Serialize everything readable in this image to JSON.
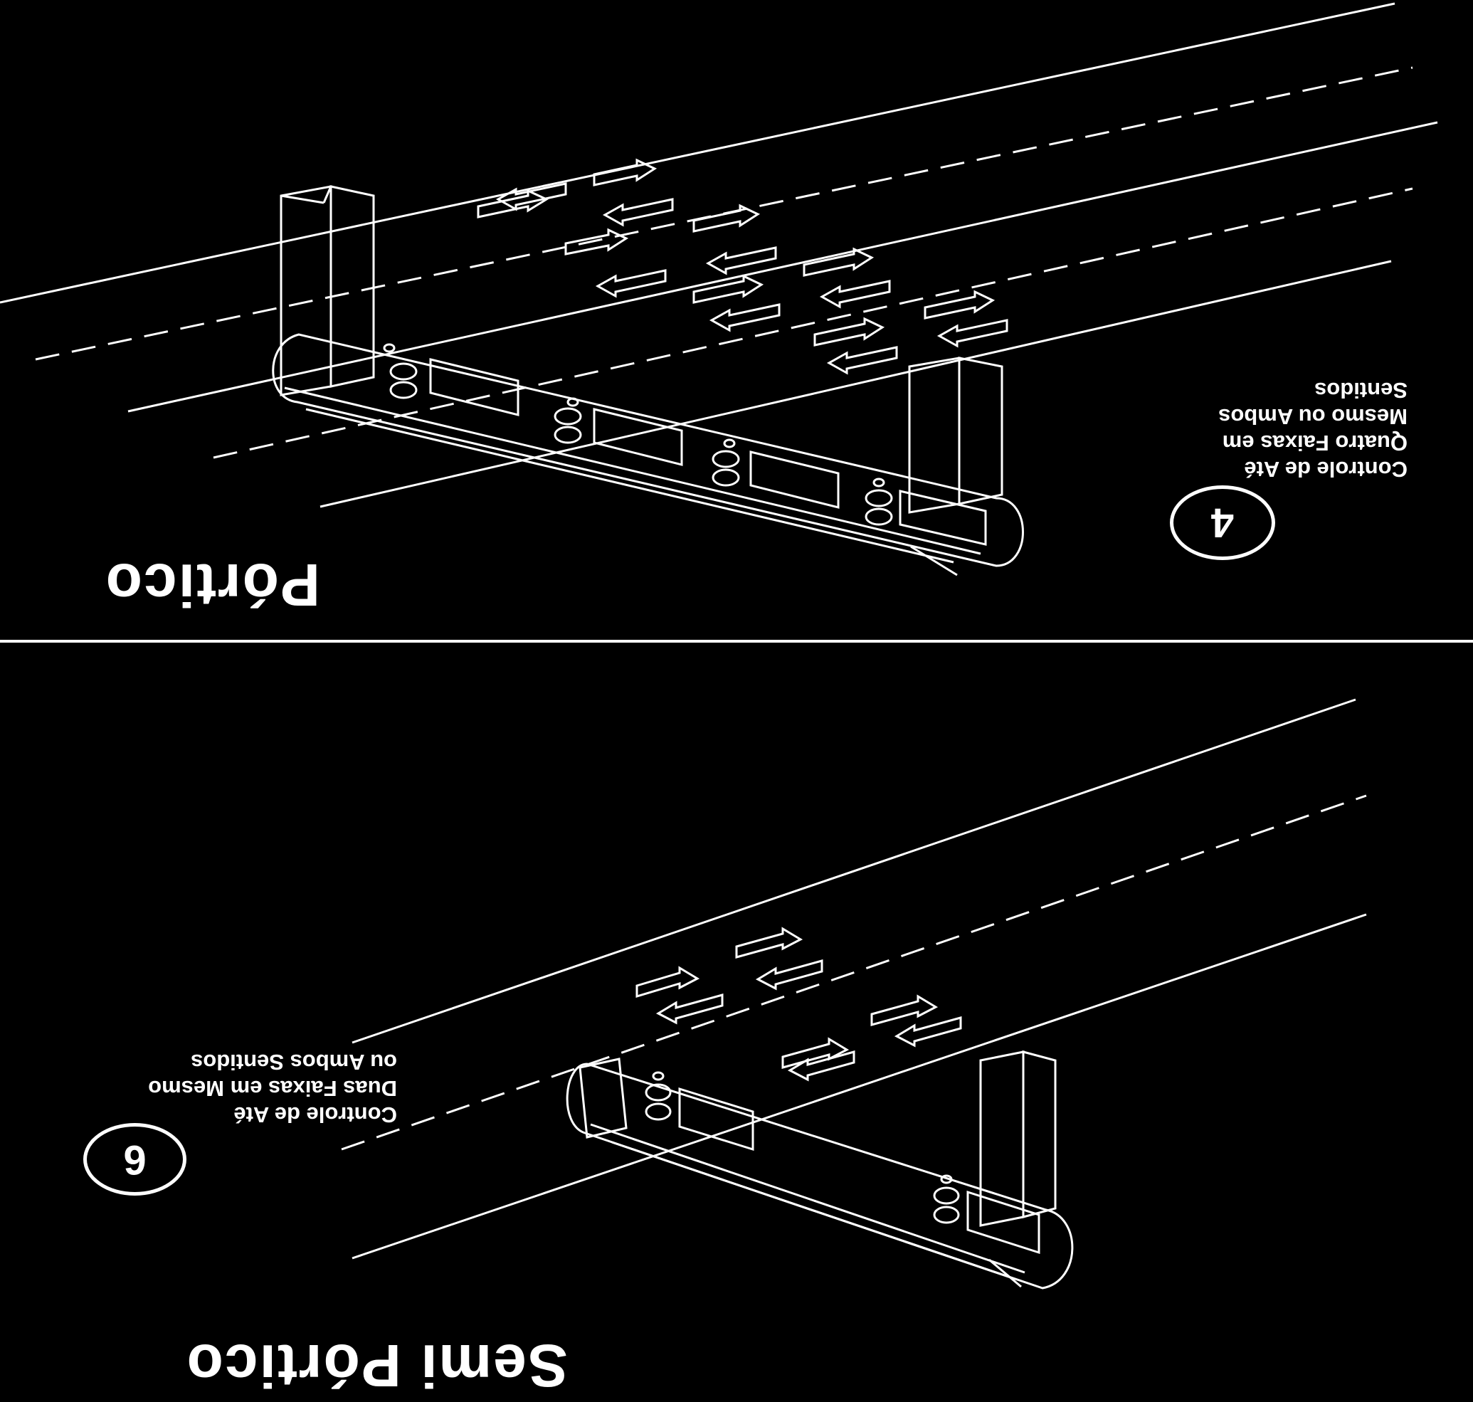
{
  "top_panel": {
    "title": "Pórtico",
    "badge": "4",
    "caption_lines": [
      "Controle de Até",
      "Quatro Faixas em",
      "Mesmo ou Ambos",
      "Sentidos"
    ]
  },
  "bottom_panel": {
    "title": "Semi Pórtico",
    "badge": "6",
    "caption_lines": [
      "Controle  de Até",
      "Duas Faixas em Mesmo",
      "ou Ambos Sentidos"
    ]
  },
  "colors": {
    "background": "#000000",
    "ink": "#ffffff"
  }
}
